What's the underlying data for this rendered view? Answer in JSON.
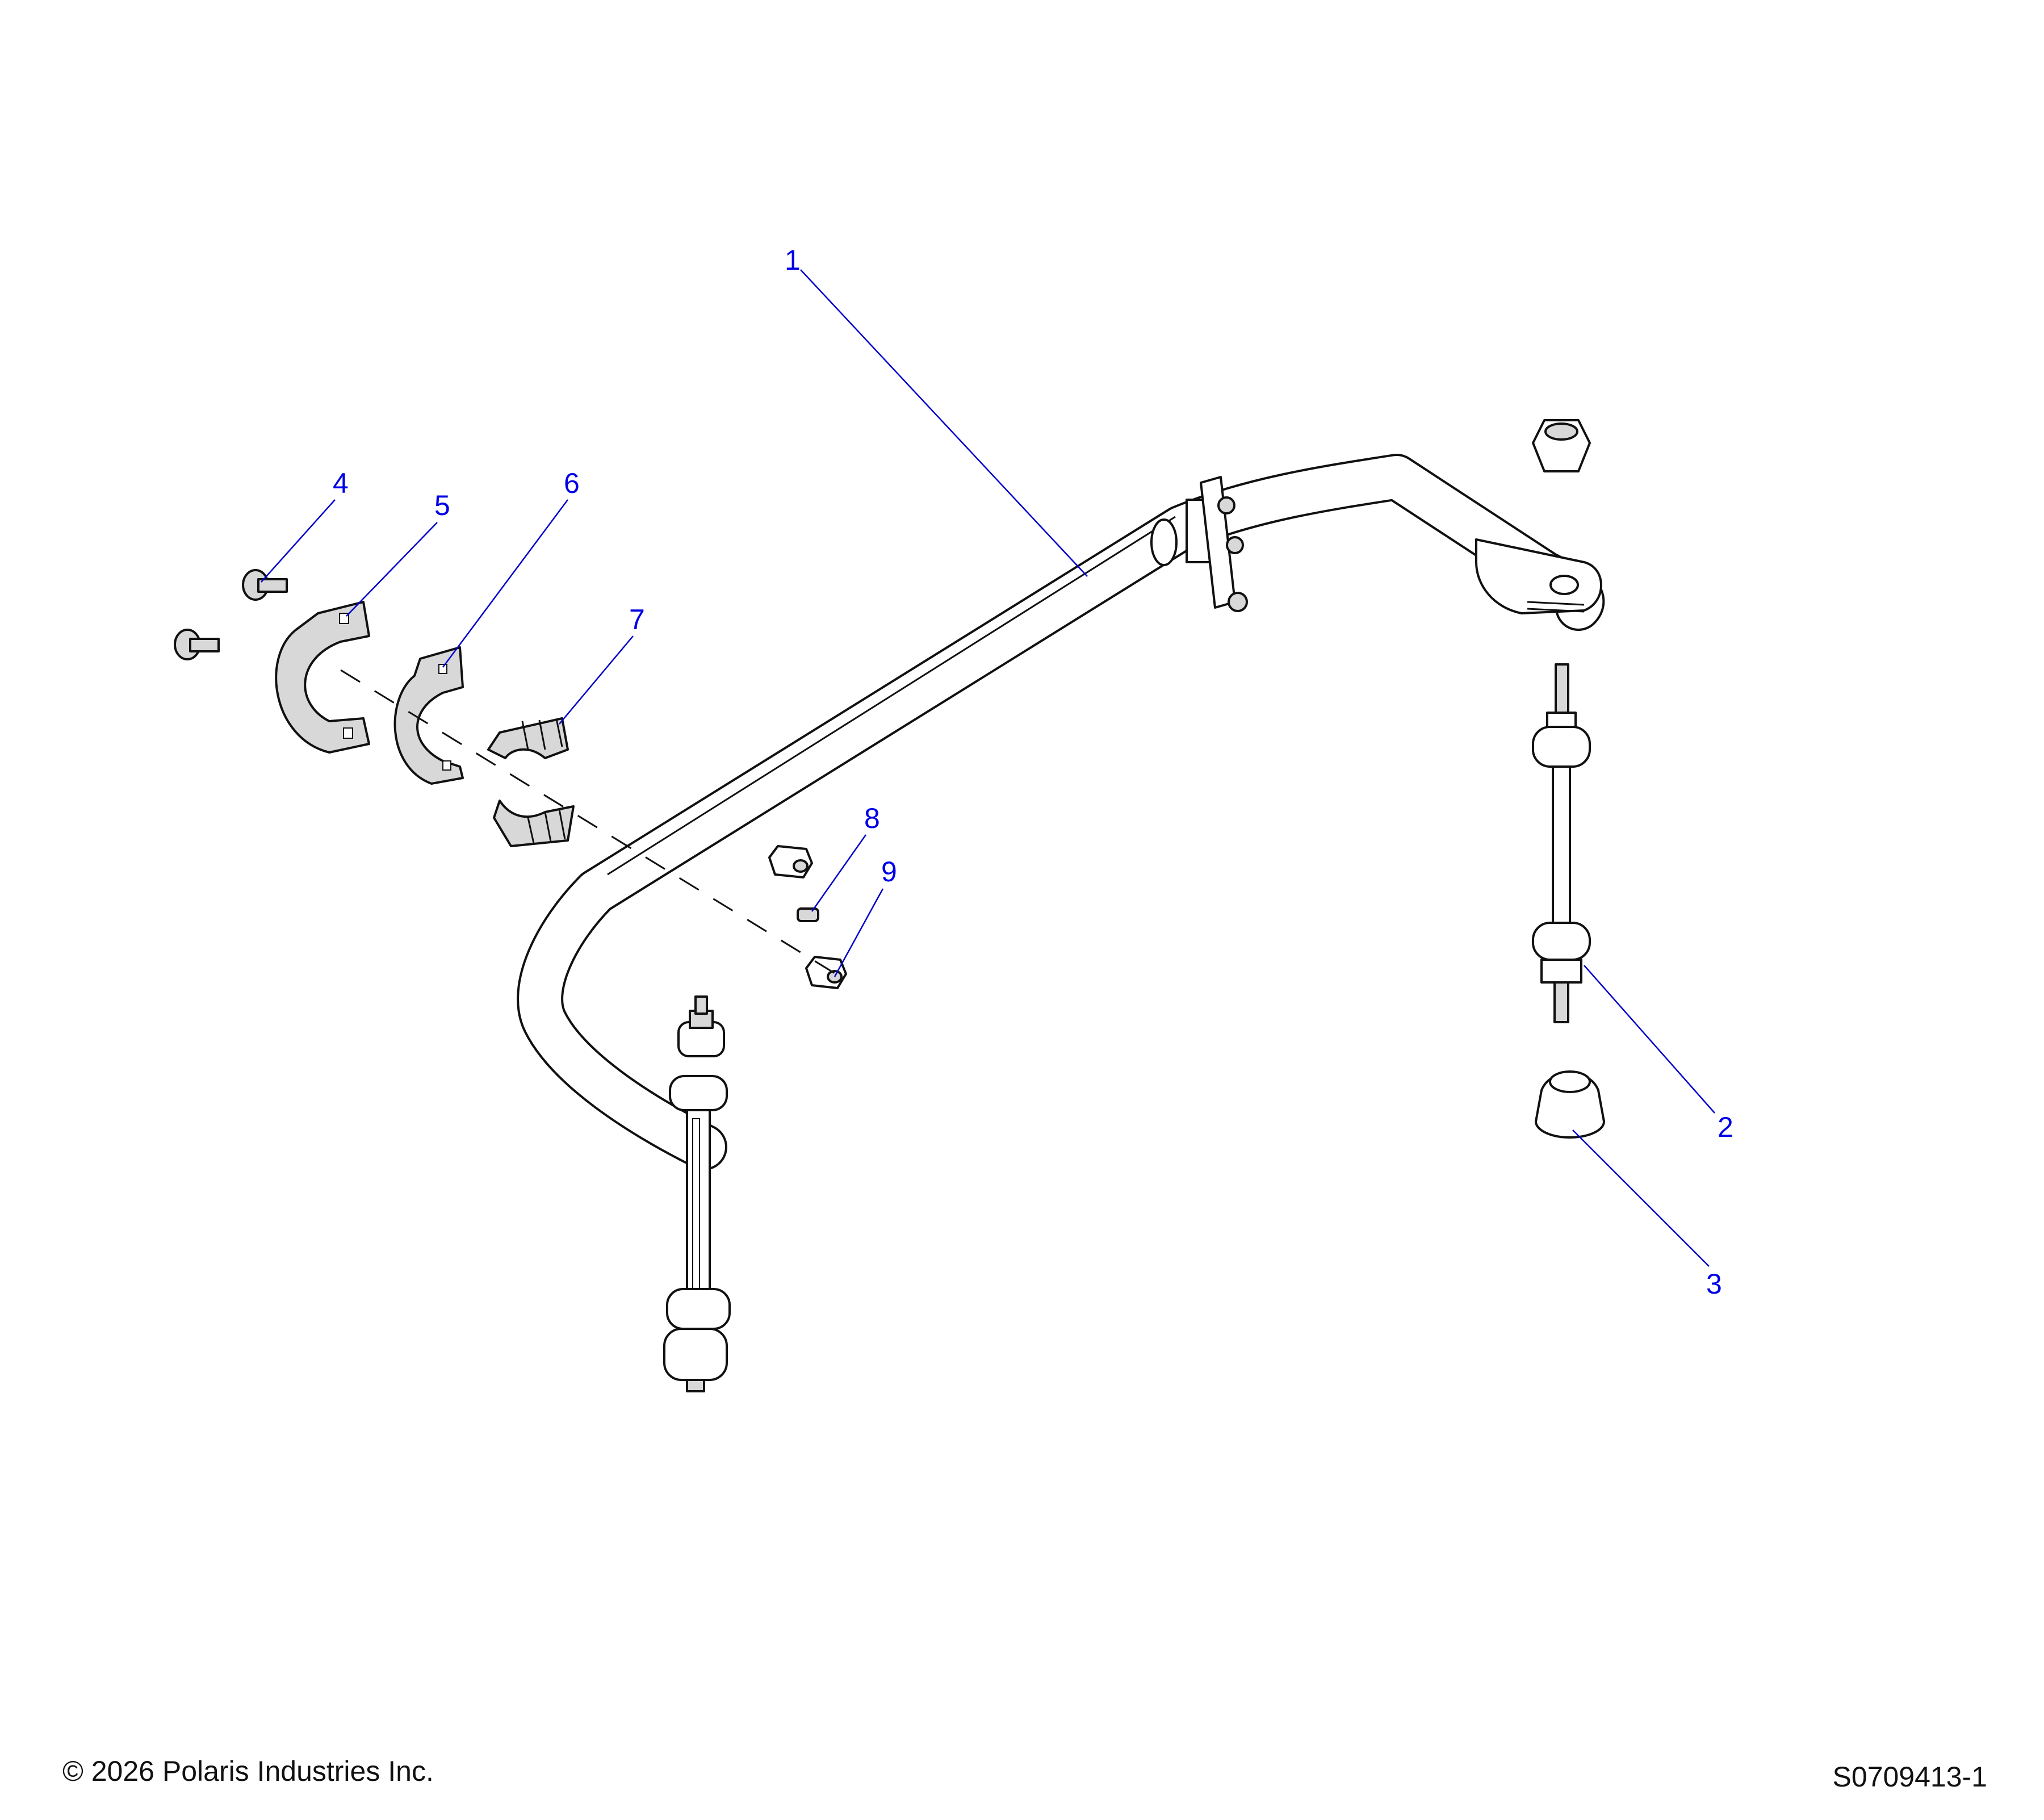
{
  "diagram": {
    "callouts": [
      {
        "id": "callout-1",
        "label": "1"
      },
      {
        "id": "callout-2",
        "label": "2"
      },
      {
        "id": "callout-3",
        "label": "3"
      },
      {
        "id": "callout-4",
        "label": "4"
      },
      {
        "id": "callout-5",
        "label": "5"
      },
      {
        "id": "callout-6",
        "label": "6"
      },
      {
        "id": "callout-7",
        "label": "7"
      },
      {
        "id": "callout-8",
        "label": "8"
      },
      {
        "id": "callout-9",
        "label": "9"
      }
    ],
    "callout_color": "#0000e6",
    "line_color": "#111111"
  },
  "footer": {
    "copyright": "© 2026 Polaris Industries Inc.",
    "drawing_number": "S0709413-1"
  }
}
